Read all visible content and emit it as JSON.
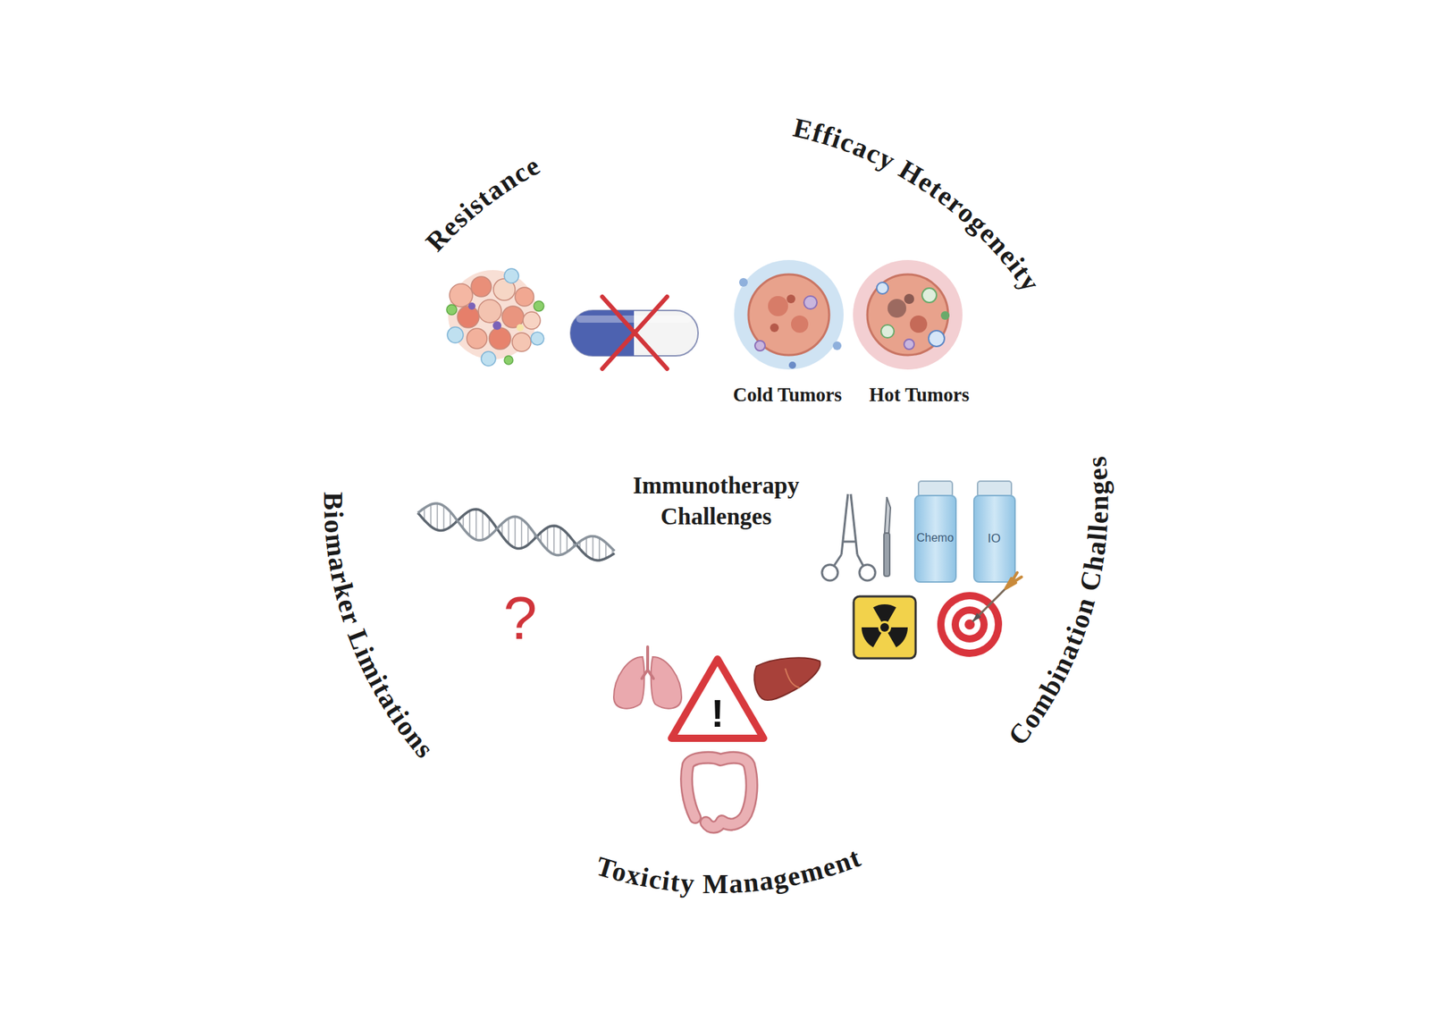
{
  "diagram": {
    "nodes": [
      {
        "text": [
          "Immunotherapy Challenges"
        ]
      },
      {
        "text": [
          "Resistance"
        ]
      },
      {
        "text": [
          "Efficacy Heterogeneity"
        ]
      },
      {
        "text": [
          "Combination Challenges"
        ]
      },
      {
        "text": [
          "Toxicity Management"
        ]
      },
      {
        "text": [
          "Biomarker Limitations"
        ]
      }
    ],
    "labels": [
      "Cold Tumors",
      "Hot Tumors",
      "Chemo",
      "IO",
      "?",
      "!"
    ]
  }
}
